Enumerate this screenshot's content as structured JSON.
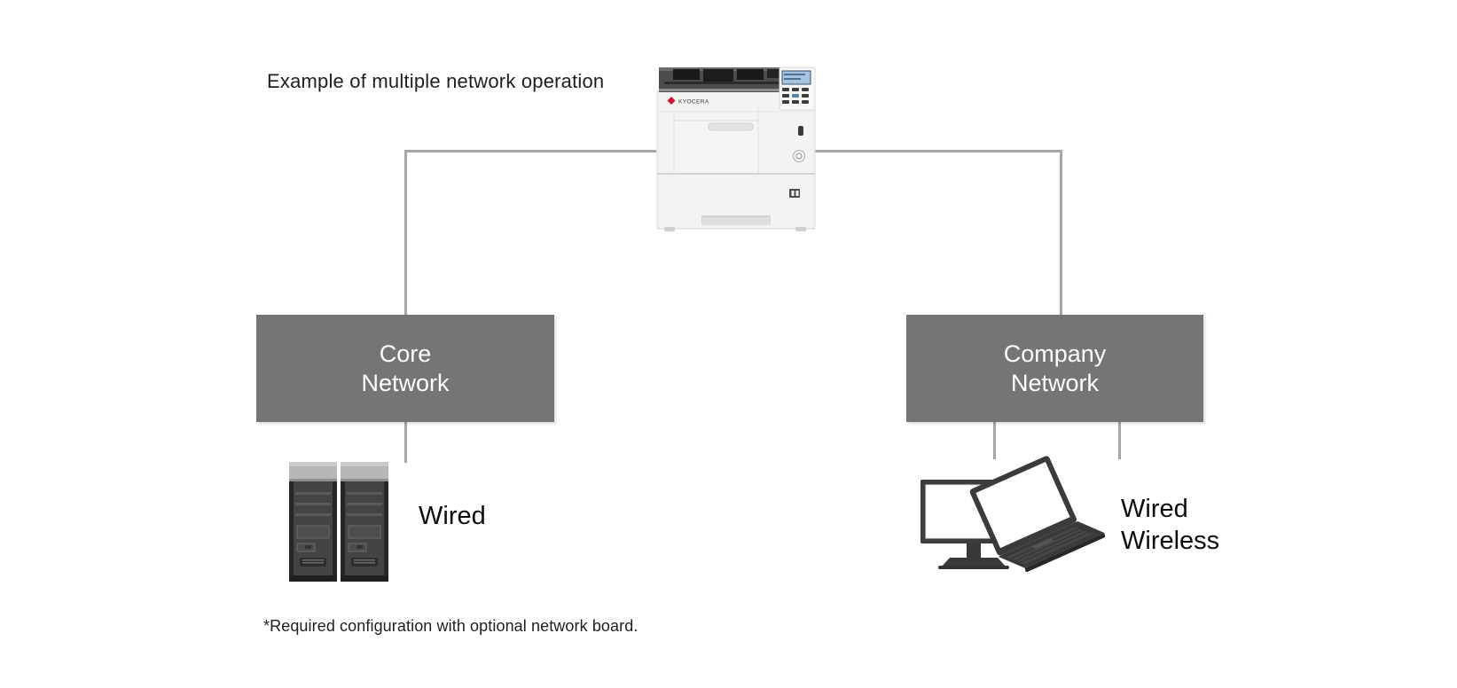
{
  "title": "Example of multiple network operation",
  "footnote": "*Required configuration with optional network board.",
  "printer": {
    "brand": "KYOCERA"
  },
  "core_network": {
    "label_line1": "Core",
    "label_line2": "Network",
    "connection_line1": "Wired"
  },
  "company_network": {
    "label_line1": "Company",
    "label_line2": "Network",
    "connection_line1": "Wired",
    "connection_line2": "Wireless"
  },
  "icons": [
    "printer-icon",
    "servers-icon",
    "desktop-monitor-icon",
    "laptop-icon"
  ],
  "colors": {
    "network_box": "#757575",
    "box_text": "#ffffff",
    "connector_line": "#a6a6a6",
    "body_text": "#1f1f1f",
    "kyocera_red": "#d51130",
    "lcd_blue": "#a6c4e2",
    "device_dark": "#3d3c3c"
  }
}
